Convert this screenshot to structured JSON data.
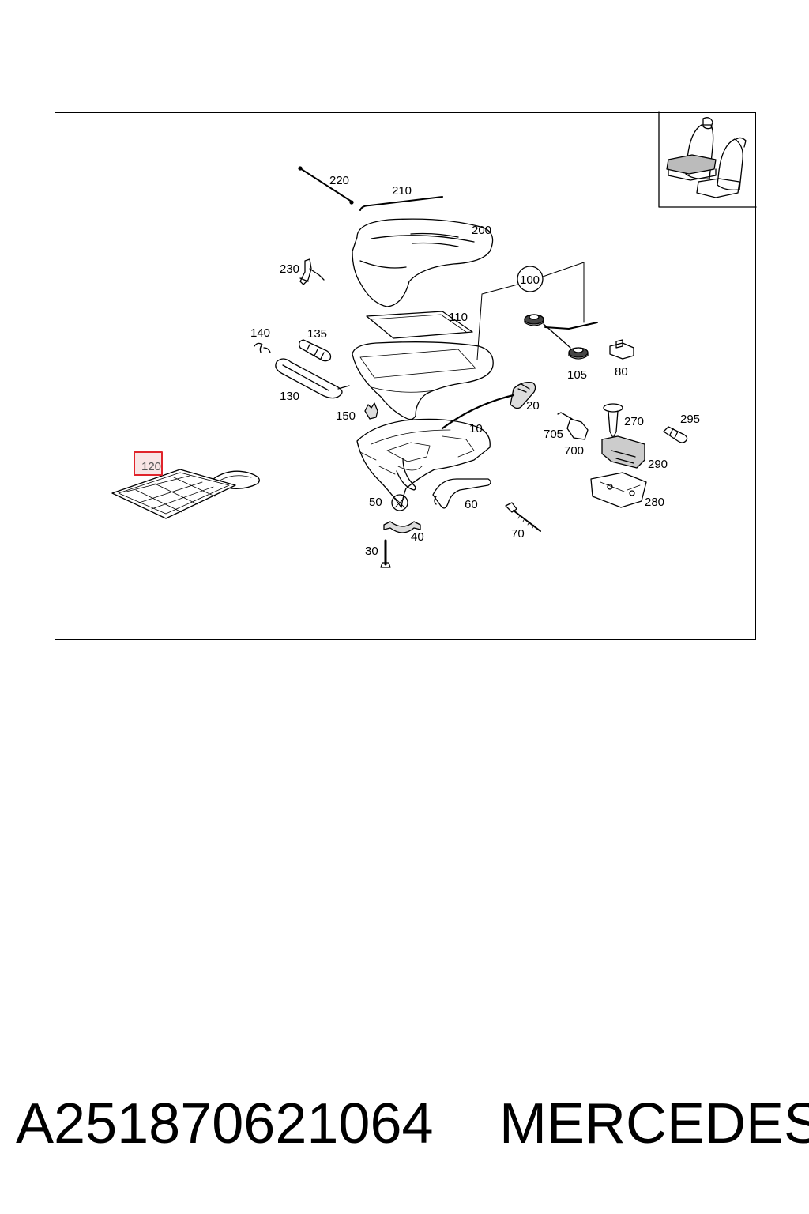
{
  "labels": {
    "p220": "220",
    "p210": "210",
    "p200": "200",
    "p230": "230",
    "p100": "100",
    "p110": "110",
    "p140": "140",
    "p135": "135",
    "p130": "130",
    "p105": "105",
    "p80": "80",
    "p20": "20",
    "p150": "150",
    "p10": "10",
    "p270": "270",
    "p295": "295",
    "p705": "705",
    "p700": "700",
    "p290": "290",
    "p120": "120",
    "p280": "280",
    "p50": "50",
    "p60": "60",
    "p70": "70",
    "p40": "40",
    "p30": "30"
  },
  "highlight_color": "#e0242b",
  "footer": {
    "part_number": "A251870621064",
    "brand": "MERCEDES"
  }
}
